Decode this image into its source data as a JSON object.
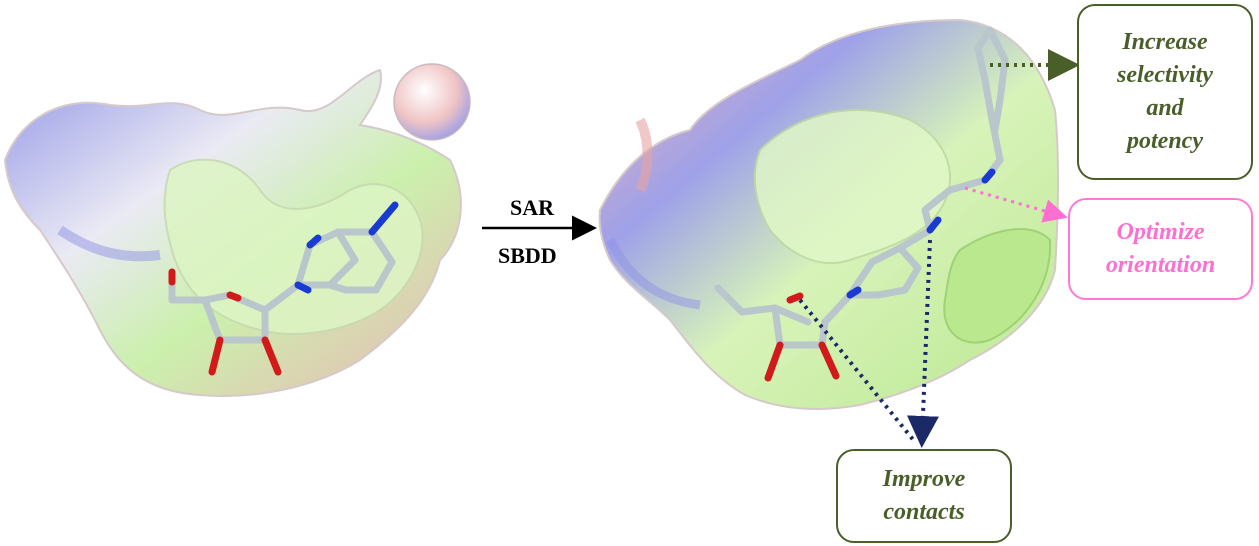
{
  "arrow": {
    "top_label": "SAR",
    "bottom_label": "SBDD"
  },
  "callouts": {
    "selectivity": {
      "lines": [
        "Increase",
        "selectivity",
        "and",
        "potency"
      ],
      "color": "#4a5e2a"
    },
    "orientation": {
      "lines": [
        "Optimize",
        "orientation"
      ],
      "color": "#ff6fd2"
    },
    "contacts": {
      "lines": [
        "Improve",
        "contacts"
      ],
      "color": "#4a5e2a"
    }
  },
  "colors": {
    "surface_green": "#c9f0a8",
    "surface_blue": "#8f92e6",
    "surface_red": "#e8a3a3",
    "carbon": "#b9c6cc",
    "oxygen": "#d11a1a",
    "nitrogen": "#1a3bd1",
    "contacts_arrow": "#1b2a66",
    "selectivity_arrow": "#4a5e2a",
    "orientation_arrow": "#ff6fd2"
  }
}
